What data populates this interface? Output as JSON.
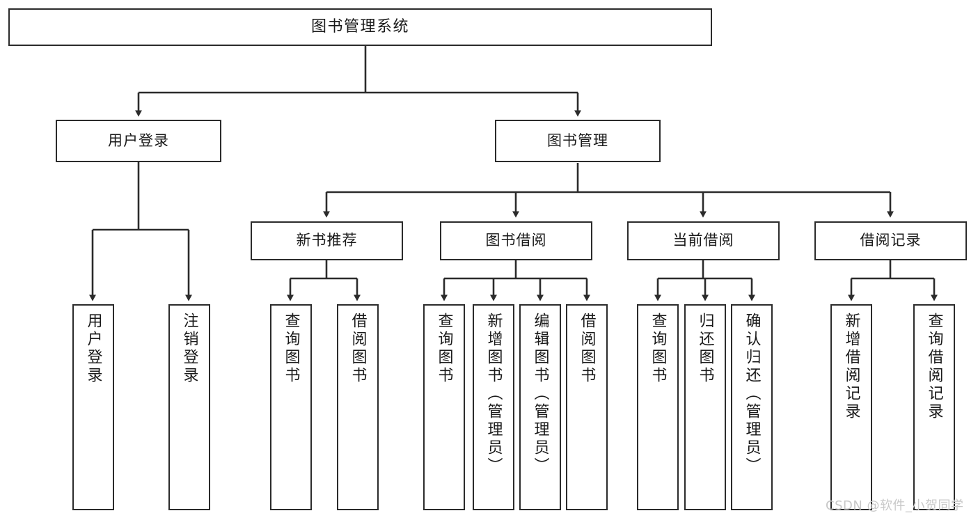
{
  "diagram": {
    "title": "图书管理系统",
    "type": "功能结构图",
    "theme": {
      "box_border": "#2b2b2b",
      "box_fill": "#ffffff",
      "edge": "#2b2b2b",
      "text": "#1a1a1a",
      "watermark": "#c8c8c8"
    }
  },
  "watermark": {
    "text": "CSDN @软件_小贺同学"
  },
  "nodes": {
    "root": {
      "label": "图书管理系统"
    },
    "user_login": {
      "label": "用户登录"
    },
    "book_manage": {
      "label": "图书管理"
    },
    "new_book_rec": {
      "label": "新书推荐"
    },
    "book_borrow": {
      "label": "图书借阅"
    },
    "current_borrow": {
      "label": "当前借阅"
    },
    "borrow_record": {
      "label": "借阅记录"
    },
    "leaf_login": {
      "label": "用户登录"
    },
    "leaf_logout": {
      "label": "注销登录"
    },
    "leaf_query_book_1": {
      "label": "查询图书"
    },
    "leaf_borrow_book_1": {
      "label": "借阅图书"
    },
    "leaf_query_book_2": {
      "label": "查询图书"
    },
    "leaf_add_book": {
      "label": "新增图书（管理员）"
    },
    "leaf_edit_book": {
      "label": "编辑图书（管理员）"
    },
    "leaf_borrow_book_2": {
      "label": "借阅图书"
    },
    "leaf_query_book_3": {
      "label": "查询图书"
    },
    "leaf_return_book": {
      "label": "归还图书"
    },
    "leaf_confirm_return": {
      "label": "确认归还（管理员）"
    },
    "leaf_add_record": {
      "label": "新增借阅记录"
    },
    "leaf_query_record": {
      "label": "查询借阅记录"
    }
  },
  "edges": [
    {
      "from": "root",
      "to": "user_login"
    },
    {
      "from": "root",
      "to": "book_manage"
    },
    {
      "from": "user_login",
      "to": "leaf_login"
    },
    {
      "from": "user_login",
      "to": "leaf_logout"
    },
    {
      "from": "book_manage",
      "to": "new_book_rec"
    },
    {
      "from": "book_manage",
      "to": "book_borrow"
    },
    {
      "from": "book_manage",
      "to": "current_borrow"
    },
    {
      "from": "book_manage",
      "to": "borrow_record"
    },
    {
      "from": "new_book_rec",
      "to": "leaf_query_book_1"
    },
    {
      "from": "new_book_rec",
      "to": "leaf_borrow_book_1"
    },
    {
      "from": "book_borrow",
      "to": "leaf_query_book_2"
    },
    {
      "from": "book_borrow",
      "to": "leaf_add_book"
    },
    {
      "from": "book_borrow",
      "to": "leaf_edit_book"
    },
    {
      "from": "book_borrow",
      "to": "leaf_borrow_book_2"
    },
    {
      "from": "current_borrow",
      "to": "leaf_query_book_3"
    },
    {
      "from": "current_borrow",
      "to": "leaf_return_book"
    },
    {
      "from": "current_borrow",
      "to": "leaf_confirm_return"
    },
    {
      "from": "borrow_record",
      "to": "leaf_add_record"
    },
    {
      "from": "borrow_record",
      "to": "leaf_query_record"
    }
  ]
}
